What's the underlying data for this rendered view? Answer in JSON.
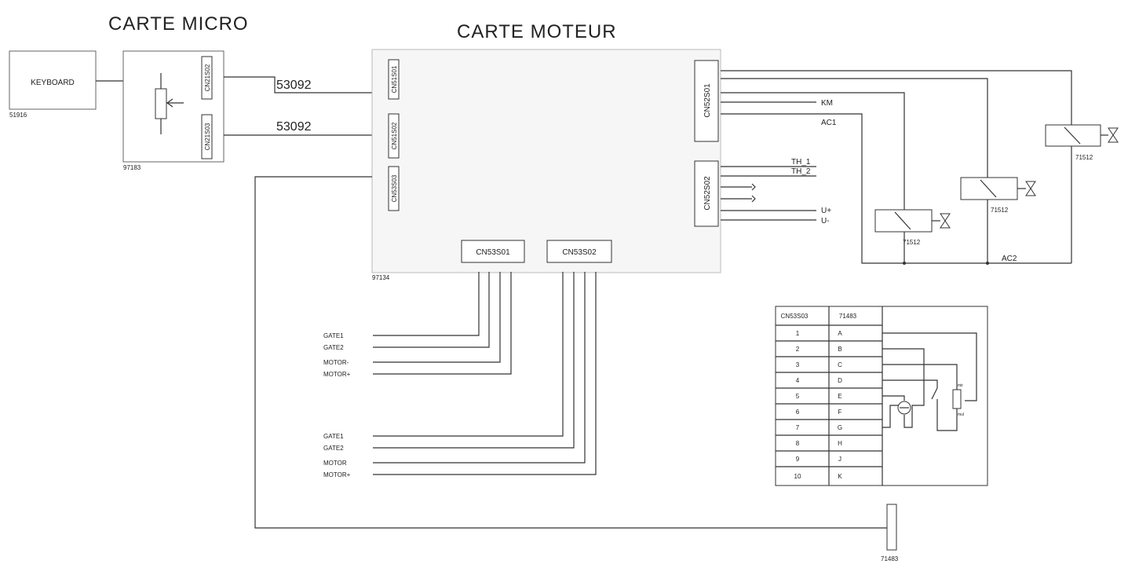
{
  "titles": {
    "micro": "CARTE  MICRO",
    "moteur": "CARTE  MOTEUR"
  },
  "keyboard": {
    "label": "KEYBOARD",
    "ref": "51916"
  },
  "micro_board": {
    "ref": "97183",
    "conn1": "CN21S02",
    "conn2": "CN21S03"
  },
  "cables": {
    "cable1": "53092",
    "cable2": "53092"
  },
  "motor_board": {
    "ref": "97134",
    "conn_cn51s01": "CN51S01",
    "conn_cn51s02": "CN51S02",
    "conn_cn53s03": "CN53S03",
    "conn_cn52s01": "CN52S01",
    "conn_cn52s02": "CN52S02",
    "conn_cn53s01": "CN53S01",
    "conn_cn53s02": "CN53S02"
  },
  "signals": {
    "km": "KM",
    "ac1": "AC1",
    "th1": "TH_1",
    "th2": "TH_2",
    "uplus": "U+",
    "uminus": "U-",
    "ac2": "AC2"
  },
  "valves": {
    "v1": "71512",
    "v2": "71512",
    "v3": "71512"
  },
  "motor1": {
    "gate1": "GATE1",
    "gate2": "GATE2",
    "motor_minus": "MOTOR-",
    "motor_plus": "MOTOR+"
  },
  "motor2": {
    "gate1": "GATE1",
    "gate2": "GATE2",
    "motor": "MOTOR",
    "motor_plus": "MOTOR+"
  },
  "pinout": {
    "col1": "CN53S03",
    "col2": "71483",
    "rows": [
      [
        "1",
        "A"
      ],
      [
        "2",
        "B"
      ],
      [
        "3",
        "C"
      ],
      [
        "4",
        "D"
      ],
      [
        "5",
        "E"
      ],
      [
        "6",
        "F"
      ],
      [
        "7",
        "G"
      ],
      [
        "8",
        "H"
      ],
      [
        "9",
        "J"
      ],
      [
        "10",
        "K"
      ]
    ],
    "pot_top": "mir",
    "pot_bottom": "mul"
  },
  "bottom_connector": {
    "ref": "71483"
  }
}
